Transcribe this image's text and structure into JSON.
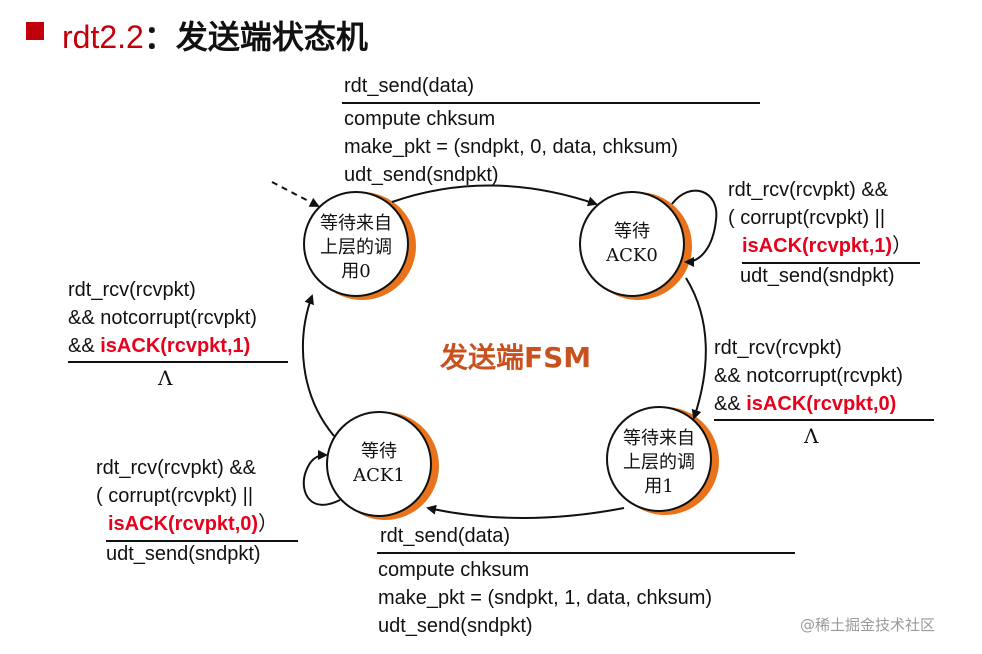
{
  "title": {
    "version": "rdt2.2",
    "rest": "：发送端状态机"
  },
  "center_label": "发送端FSM",
  "states": {
    "wait_call_0": [
      "等待来自",
      "上层的调",
      "用0"
    ],
    "wait_ack_0": [
      "等待",
      "ACK0"
    ],
    "wait_call_1": [
      "等待来自",
      "上层的调",
      "用1"
    ],
    "wait_ack_1": [
      "等待",
      "ACK1"
    ]
  },
  "transitions": {
    "top": {
      "event": "rdt_send(data)",
      "actions": [
        "compute chksum",
        "make_pkt = (sndpkt, 0, data, chksum)",
        "udt_send(sndpkt)"
      ]
    },
    "right_self": {
      "line1": "rdt_rcv(rcvpkt) &&",
      "line2": "( corrupt(rcvpkt) ||",
      "line3_red": "isACK(rcvpkt,1)",
      "line3_tail": "）",
      "action": "udt_send(sndpkt)"
    },
    "right": {
      "line1": "rdt_rcv(rcvpkt)",
      "line2": "&& notcorrupt(rcvpkt)",
      "line3_prefix": "&& ",
      "line3_red": "isACK(rcvpkt,0)",
      "action": "Λ"
    },
    "bottom": {
      "event": "rdt_send(data)",
      "actions": [
        "compute chksum",
        "make_pkt = (sndpkt, 1, data, chksum)",
        "udt_send(sndpkt)"
      ]
    },
    "left_self": {
      "line1": "rdt_rcv(rcvpkt) &&",
      "line2": "( corrupt(rcvpkt) ||",
      "line3_red": "isACK(rcvpkt,0)",
      "line3_tail": "）",
      "action": "udt_send(sndpkt)"
    },
    "left": {
      "line1": "rdt_rcv(rcvpkt)",
      "line2": "&& notcorrupt(rcvpkt)",
      "line3_prefix": "&& ",
      "line3_red": "isACK(rcvpkt,1)",
      "action": "Λ"
    }
  },
  "watermark": "@稀土掘金技术社区",
  "colors": {
    "accent_red": "#e8001c",
    "title_red": "#c0000a",
    "state_shadow": "#e8731c",
    "fsm_label": "#c8521f"
  }
}
